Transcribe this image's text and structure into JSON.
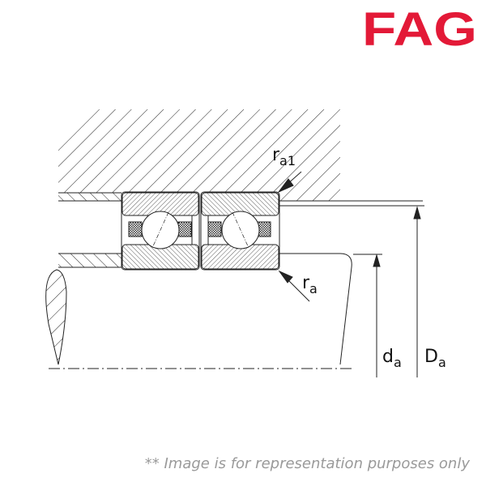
{
  "brand": {
    "logo_text": "FAG",
    "color": "#e31937"
  },
  "labels": {
    "ra1": {
      "base": "r",
      "sub": "a1"
    },
    "ra": {
      "base": "r",
      "sub": "a"
    },
    "da": {
      "base": "d",
      "sub": "a"
    },
    "Da": {
      "base": "D",
      "sub": "a"
    }
  },
  "footer": "** Image is for representation purposes only"
}
